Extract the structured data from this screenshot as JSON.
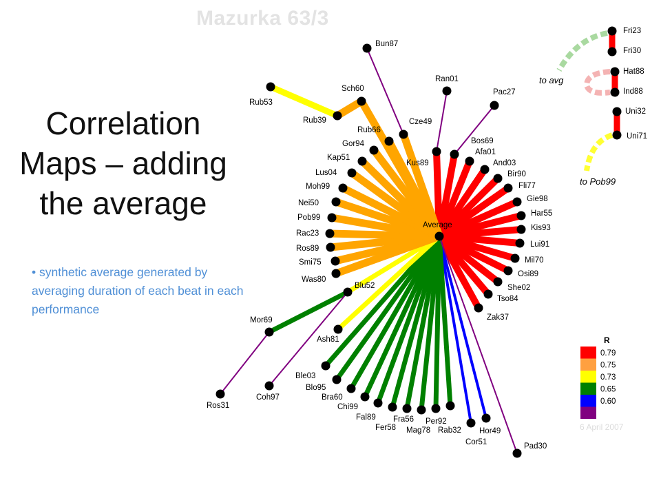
{
  "slide": {
    "title_lines": [
      "Correlation",
      "Maps – adding",
      "the average"
    ],
    "figure_title": "Mazurka 63/3",
    "bullet": "• synthetic average generated by averaging duration of each beat in each performance",
    "date": "6 April 2007"
  },
  "center_label": "Average",
  "branches": [
    {
      "label": "Kus89",
      "color": "#ff0000"
    },
    {
      "label": "Bos69",
      "color": "#ff0000"
    },
    {
      "label": "Afa01",
      "color": "#ff0000"
    },
    {
      "label": "And03",
      "color": "#ff0000"
    },
    {
      "label": "Bir90",
      "color": "#ff0000"
    },
    {
      "label": "Fli77",
      "color": "#ff0000"
    },
    {
      "label": "Gie98",
      "color": "#ff0000"
    },
    {
      "label": "Har55",
      "color": "#ff0000"
    },
    {
      "label": "Kis93",
      "color": "#ff0000"
    },
    {
      "label": "Lui91",
      "color": "#ff0000"
    },
    {
      "label": "Mil70",
      "color": "#ff0000"
    },
    {
      "label": "Osi89",
      "color": "#ff0000"
    },
    {
      "label": "She02",
      "color": "#ff0000"
    },
    {
      "label": "Tso84",
      "color": "#ff0000"
    },
    {
      "label": "Zak37",
      "color": "#ff0000"
    },
    {
      "label": "Hor49",
      "color": "#0000ff"
    },
    {
      "label": "Cor51",
      "color": "#0000ff"
    },
    {
      "label": "Rab32",
      "color": "#008000"
    },
    {
      "label": "Per92",
      "color": "#008000"
    },
    {
      "label": "Mag78",
      "color": "#008000"
    },
    {
      "label": "Fra56",
      "color": "#008000"
    },
    {
      "label": "Fer58",
      "color": "#008000"
    },
    {
      "label": "Fal89",
      "color": "#008000"
    },
    {
      "label": "Chi99",
      "color": "#008000"
    },
    {
      "label": "Bra60",
      "color": "#008000"
    },
    {
      "label": "Blo95",
      "color": "#008000"
    },
    {
      "label": "Ble03",
      "color": "#008000"
    },
    {
      "label": "Ash81",
      "color": "#ffff00"
    },
    {
      "label": "Blu52",
      "color": "#ffff00"
    },
    {
      "label": "Was80",
      "color": "#ffa500"
    },
    {
      "label": "Smi75",
      "color": "#ffa500"
    },
    {
      "label": "Ros89",
      "color": "#ffa500"
    },
    {
      "label": "Rac23",
      "color": "#ffa500"
    },
    {
      "label": "Pob99",
      "color": "#ffa500"
    },
    {
      "label": "Nei50",
      "color": "#ffa500"
    },
    {
      "label": "Moh99",
      "color": "#ffa500"
    },
    {
      "label": "Lus04",
      "color": "#ffa500"
    },
    {
      "label": "Kap51",
      "color": "#ffa500"
    },
    {
      "label": "Gor94",
      "color": "#ffa500"
    },
    {
      "label": "Rub66",
      "color": "#ffa500"
    },
    {
      "label": "Cze49",
      "color": "#ffa500"
    },
    {
      "label": "Sch60",
      "color": "#ffa500"
    },
    {
      "label": "Rub39",
      "color": "#ffa500"
    },
    {
      "label": "Rub53",
      "color": "#ffff00"
    },
    {
      "label": "Bun87",
      "color": "#800080"
    },
    {
      "label": "Ran01",
      "color": "#800080"
    },
    {
      "label": "Pac27",
      "color": "#800080"
    },
    {
      "label": "Pad30",
      "color": "#800080"
    },
    {
      "label": "Mor69",
      "color": "#008000"
    },
    {
      "label": "Ros31",
      "color": "#800080"
    },
    {
      "label": "Coh97",
      "color": "#800080"
    }
  ],
  "pairs": [
    {
      "a": "Fri23",
      "b": "Fri30",
      "color": "#ff0000"
    },
    {
      "a": "Hat88",
      "b": "Ind88",
      "color": "#ff0000"
    },
    {
      "a": "Uni32",
      "b": "Uni71",
      "color": "#ff0000"
    }
  ],
  "side_notes": {
    "to_avg": "to avg",
    "to_pob99": "to Pob99"
  },
  "legend": {
    "title": "R",
    "entries": [
      {
        "value": "0.79",
        "color": "#ff0000"
      },
      {
        "value": "0.75",
        "color": "#ffa040"
      },
      {
        "value": "0.73",
        "color": "#ffff00"
      },
      {
        "value": "0.65",
        "color": "#008000"
      },
      {
        "value": "0.60",
        "color": "#0000ff"
      },
      {
        "value": "",
        "color": "#800080"
      }
    ]
  }
}
